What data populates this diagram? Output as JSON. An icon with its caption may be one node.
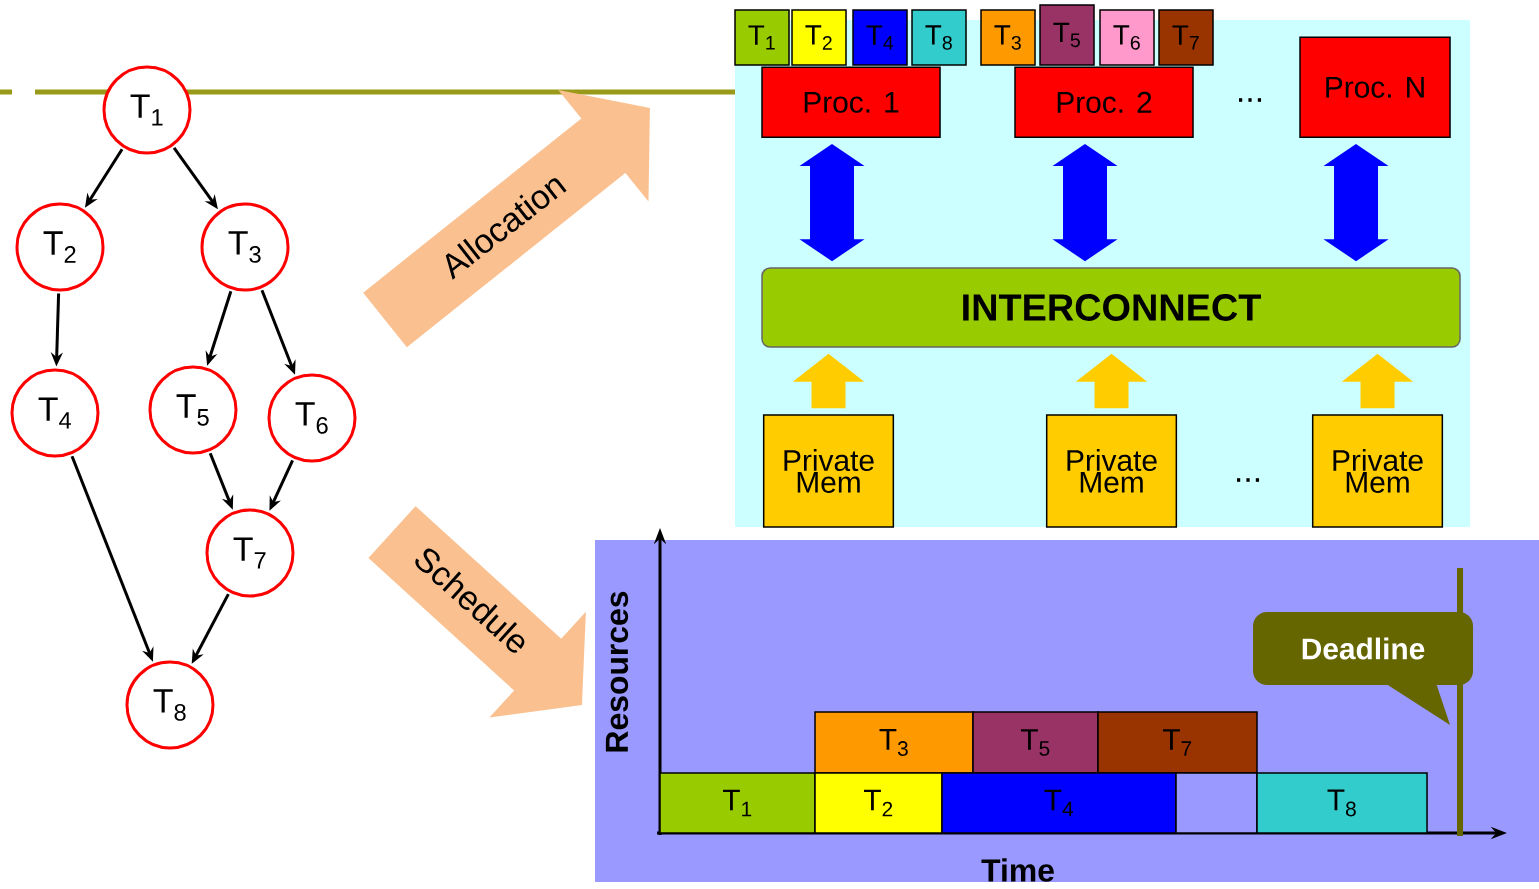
{
  "diagram": {
    "nodes": [
      {
        "text": [
          "T$_{1}$"
        ]
      },
      {
        "text": [
          "T$_{2}$"
        ]
      },
      {
        "text": [
          "T$_{3}$"
        ]
      },
      {
        "text": [
          "T$_{4}$"
        ]
      },
      {
        "text": [
          "T$_{5}$"
        ]
      },
      {
        "text": [
          "T$_{6}$"
        ]
      },
      {
        "text": [
          "T$_{7}$"
        ]
      },
      {
        "text": [
          "T$_{8}$"
        ]
      },
      {
        "text": [
          "Proc. 1"
        ]
      },
      {
        "text": [
          "Proc. 2"
        ]
      },
      {
        "text": [
          "Proc. N"
        ]
      },
      {
        "text": [
          "T$_{1}$"
        ]
      },
      {
        "text": [
          "T$_{2}$"
        ]
      },
      {
        "text": [
          "T$_{4}$"
        ]
      },
      {
        "text": [
          "T$_{8}$"
        ]
      },
      {
        "text": [
          "T$_{3}$"
        ]
      },
      {
        "text": [
          "T$_{5}$"
        ]
      },
      {
        "text": [
          "T$_{6}$"
        ]
      },
      {
        "text": [
          "T$_{7}$"
        ]
      },
      {
        "text": [
          "INTERCONNECT"
        ]
      },
      {
        "text": [
          "Private Mem"
        ]
      },
      {
        "text": [
          "Private Mem"
        ]
      },
      {
        "text": [
          "Private Mem"
        ]
      },
      {
        "text": [
          "Deadline"
        ]
      },
      {
        "text": [
          "T$_{3}$"
        ]
      },
      {
        "text": [
          "T$_{5}$"
        ]
      },
      {
        "text": [
          "T$_{7}$"
        ]
      },
      {
        "text": [
          "T$_{1}$"
        ]
      },
      {
        "text": [
          "T$_{2}$"
        ]
      },
      {
        "text": [
          "T$_{4}$"
        ]
      },
      {
        "text": [],
        "shape": "box"
      },
      {
        "text": [
          "T$_{8}$"
        ]
      }
    ],
    "edges": [
      {
        "from": 0,
        "to": 1,
        "arrow": "to"
      },
      {
        "from": 0,
        "to": 2,
        "arrow": "to"
      },
      {
        "from": 1,
        "to": 3,
        "arrow": "to"
      },
      {
        "from": 2,
        "to": 4,
        "arrow": "to"
      },
      {
        "from": 2,
        "to": 5,
        "arrow": "to"
      },
      {
        "from": 3,
        "to": 7,
        "arrow": "to"
      },
      {
        "from": 4,
        "to": 6,
        "arrow": "to"
      },
      {
        "from": 5,
        "to": 6,
        "arrow": "to"
      },
      {
        "from": 6,
        "to": 7,
        "arrow": "to"
      },
      {
        "from": 8,
        "to": 19,
        "arrow": "both",
        "style": "thick",
        "color": "#0000ff"
      },
      {
        "from": 9,
        "to": 19,
        "arrow": "both",
        "style": "thick",
        "color": "#0000ff"
      },
      {
        "from": 10,
        "to": 19,
        "arrow": "both",
        "style": "thick",
        "color": "#0000ff"
      },
      {
        "from": 20,
        "to": 19,
        "arrow": "to",
        "style": "thick",
        "color": "#ffcc00"
      },
      {
        "from": 21,
        "to": 19,
        "arrow": "to",
        "style": "thick",
        "color": "#ffcc00"
      },
      {
        "from": 22,
        "to": 19,
        "arrow": "to",
        "style": "thick",
        "color": "#ffcc00"
      }
    ],
    "labels": [
      "Allocation",
      "...",
      "...",
      "Schedule",
      "Resources",
      "Time"
    ]
  }
}
